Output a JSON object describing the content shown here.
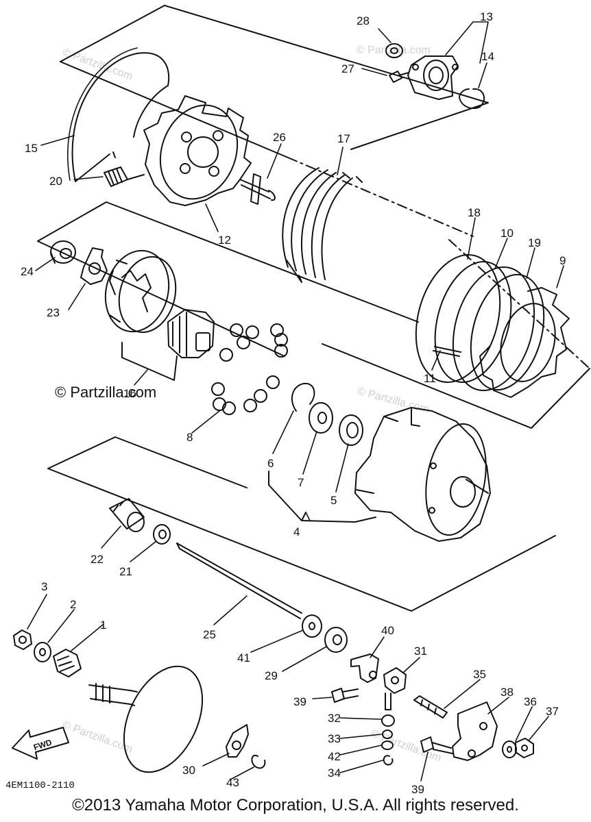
{
  "callouts": [
    "1",
    "2",
    "3",
    "4",
    "5",
    "6",
    "7",
    "8",
    "9",
    "10",
    "11",
    "12",
    "13",
    "14",
    "15",
    "16",
    "17",
    "18",
    "19",
    "20",
    "21",
    "22",
    "23",
    "24",
    "25",
    "26",
    "27",
    "28",
    "29",
    "30",
    "31",
    "32",
    "33",
    "34",
    "35",
    "36",
    "37",
    "38",
    "39",
    "39",
    "40",
    "41",
    "42",
    "43"
  ],
  "watermark": "© Partzilla.com",
  "faint_watermark": "© Partzilla.com",
  "fwd_label": "FWD",
  "diagram_code": "4EM1100-2110",
  "copyright": "©2013 Yamaha Motor Corporation, U.S.A. All rights reserved."
}
